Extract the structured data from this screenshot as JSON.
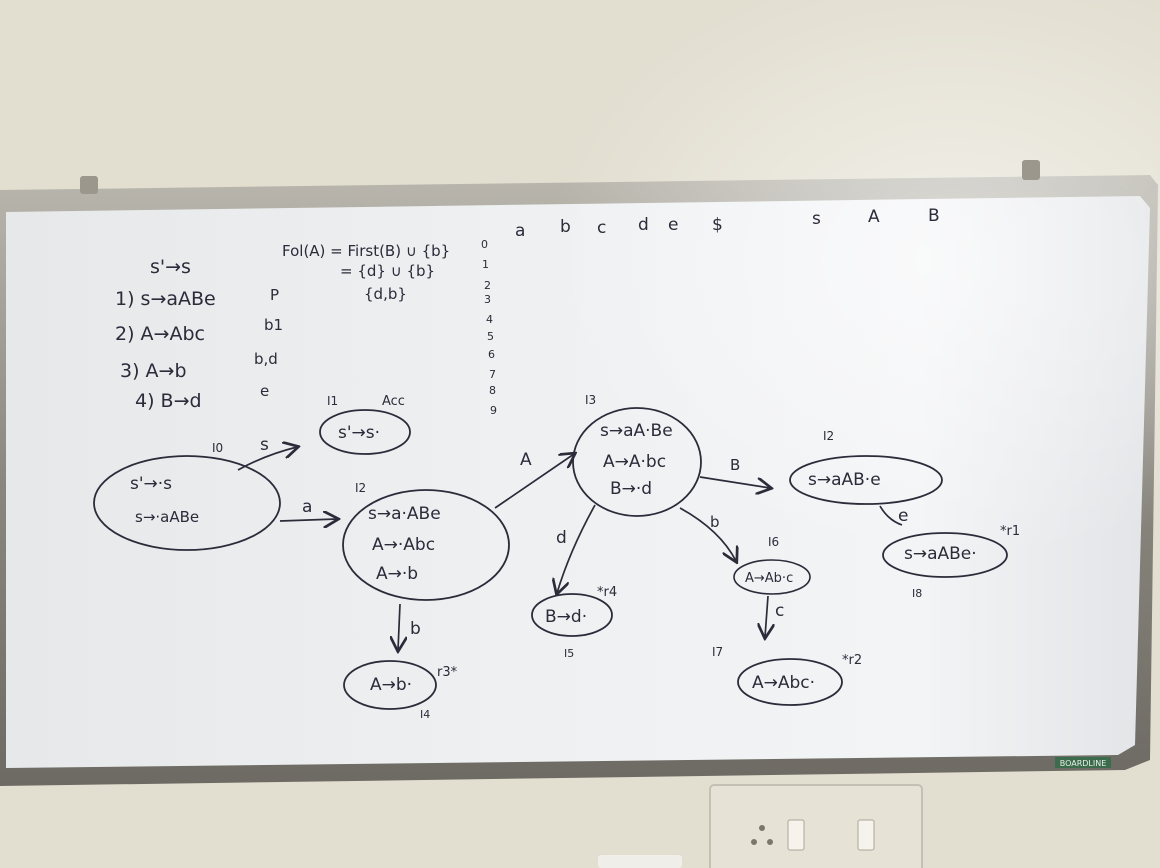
{
  "board": {
    "productions": {
      "augmented": "s'→s",
      "p1": "1) s→aABe",
      "p1_note": "P",
      "p2": "2) A→Abc",
      "p2_note": "b1",
      "p3": "3) A→b",
      "p3_note": "b,d",
      "p4": "4) B→d",
      "p4_note": "e"
    },
    "follow": {
      "line1": "Fol(A) = First(B) ∪ {b}",
      "line2": "= {d} ∪ {b}",
      "line3": "{d,b}"
    },
    "table": {
      "columns": [
        "a",
        "b",
        "c",
        "d",
        "e",
        "$",
        "s",
        "A",
        "B"
      ],
      "rows": [
        "0",
        "1",
        "2",
        "3",
        "4",
        "5",
        "6",
        "7",
        "8",
        "9"
      ]
    },
    "states": {
      "I0": {
        "tag": "I0",
        "items": [
          "s'→·s",
          "s→·aABe"
        ]
      },
      "I1": {
        "tag": "I1",
        "note": "Acc",
        "items": [
          "s'→s·"
        ]
      },
      "I2": {
        "tag": "I2",
        "items": [
          "s→a·ABe",
          "A→·Abc",
          "A→·b"
        ]
      },
      "I3": {
        "tag": "I3",
        "items": [
          "s→aA·Be",
          "A→A·bc",
          "B→·d"
        ]
      },
      "I4": {
        "tag": "I4",
        "reduce": "r3*",
        "items": [
          "A→b·"
        ]
      },
      "I5": {
        "tag": "I5",
        "reduce": "*r4",
        "items": [
          "B→d·"
        ]
      },
      "I6": {
        "tag": "I6",
        "items": [
          "A→Ab·c"
        ]
      },
      "I7": {
        "tag": "I7",
        "reduce": "*r2",
        "items": [
          "A→Abc·"
        ]
      },
      "I8": {
        "tag": "I8",
        "reduce": "*r1",
        "items": [
          "s→aABe·"
        ]
      },
      "I9": {
        "tag": "I2",
        "items": [
          "s→aAB·e"
        ]
      }
    },
    "transitions": {
      "t_s": "s",
      "t_a": "a",
      "t_A": "A",
      "t_B": "B",
      "t_b1": "b",
      "t_d": "d",
      "t_b2": "b",
      "t_c": "c",
      "t_e": "e"
    },
    "brand": "BOARDLINE"
  }
}
